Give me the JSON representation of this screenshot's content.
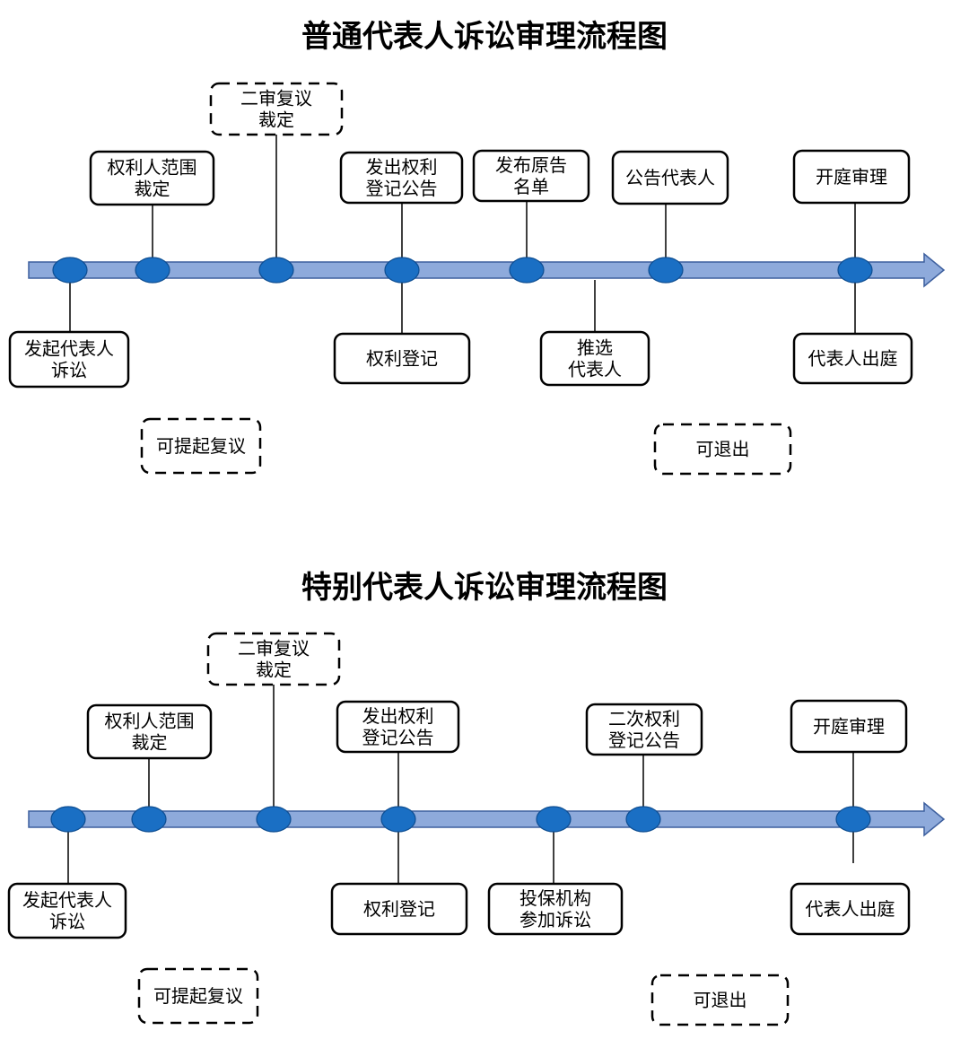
{
  "colors": {
    "axis_fill": "#8eaadb",
    "axis_stroke": "#3d5f9e",
    "node_fill": "#1a6fc4"
  },
  "diagram_1": {
    "title": "普通代表人诉讼审理流程图",
    "above": {
      "range_ruling": [
        "权利人范围",
        "裁定"
      ],
      "second_review": [
        "二审复议",
        "裁定"
      ],
      "notice_issue": [
        "发出权利",
        "登记公告"
      ],
      "plaintiff_list": [
        "发布原告",
        "名单"
      ],
      "announce_rep": [
        "公告代表人"
      ],
      "trial": [
        "开庭审理"
      ]
    },
    "below": {
      "initiate": [
        "发起代表人",
        "诉讼"
      ],
      "register": [
        "权利登记"
      ],
      "elect": [
        "推选",
        "代表人"
      ],
      "rep_appear": [
        "代表人出庭"
      ]
    },
    "dashed": {
      "review": [
        "可提起复议"
      ],
      "withdraw": [
        "可退出"
      ]
    }
  },
  "diagram_2": {
    "title": "特别代表人诉讼审理流程图",
    "above": {
      "range_ruling": [
        "权利人范围",
        "裁定"
      ],
      "second_review": [
        "二审复议",
        "裁定"
      ],
      "notice_issue": [
        "发出权利",
        "登记公告"
      ],
      "second_notice": [
        "二次权利",
        "登记公告"
      ],
      "trial": [
        "开庭审理"
      ]
    },
    "below": {
      "initiate": [
        "发起代表人",
        "诉讼"
      ],
      "register": [
        "权利登记"
      ],
      "investor_org": [
        "投保机构",
        "参加诉讼"
      ],
      "rep_appear": [
        "代表人出庭"
      ]
    },
    "dashed": {
      "review": [
        "可提起复议"
      ],
      "withdraw": [
        "可退出"
      ]
    }
  }
}
